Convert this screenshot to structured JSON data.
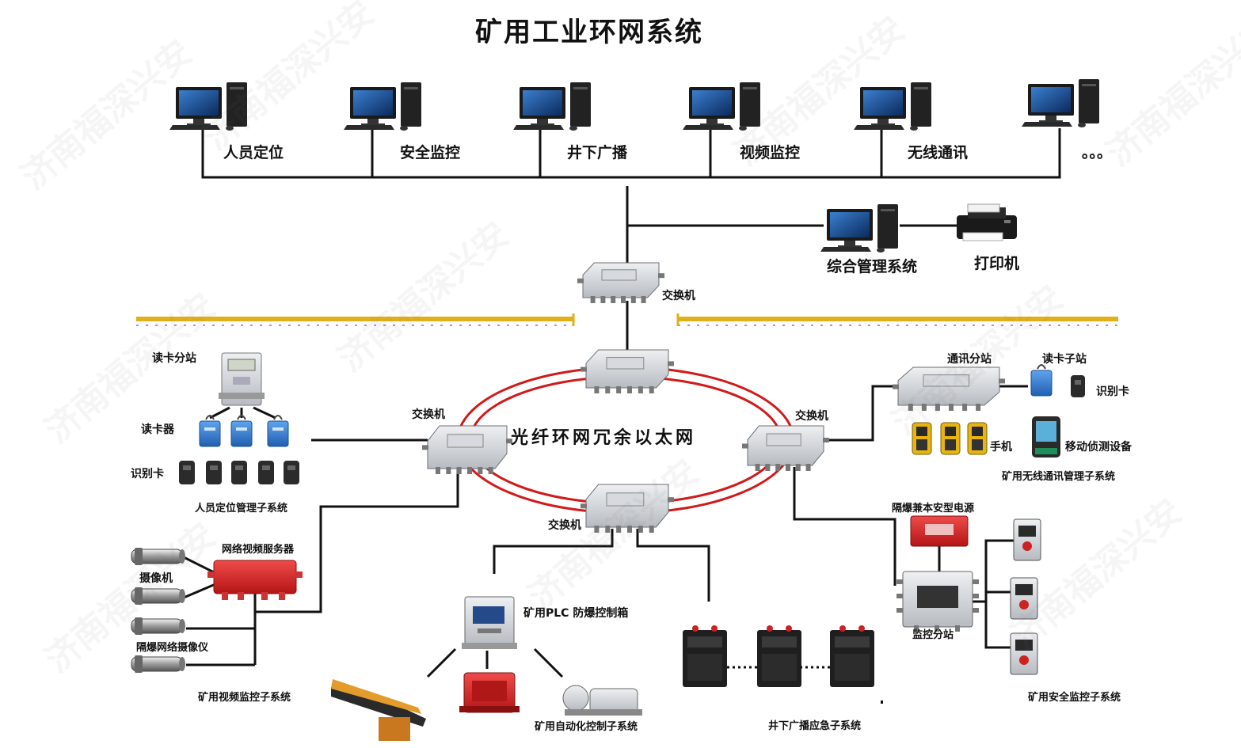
{
  "title": "矿用工业环网系统",
  "watermark": "济南福深兴安",
  "colors": {
    "ring": "#d11a1a",
    "ground": "#e0b01a",
    "line": "#111111",
    "device_red": "#d9262a",
    "device_blue": "#2f7fd6",
    "device_silver": "#c9ccd0"
  },
  "top_systems": [
    "人员定位",
    "安全监控",
    "井下广播",
    "视频监控",
    "无线通讯"
  ],
  "top_ellipsis": "。。。",
  "management": {
    "computer": "综合管理系统",
    "printer": "打印机"
  },
  "ring_label": "光纤环网冗余以太网",
  "switch_label": "交换机",
  "personnel": {
    "station": "读卡分站",
    "reader": "读卡器",
    "card": "识别卡",
    "subsystem": "人员定位管理子系统"
  },
  "video": {
    "server": "网络视频服务器",
    "camera": "摄像机",
    "ex_camera": "隔爆网络摄像仪",
    "subsystem": "矿用视频监控子系统"
  },
  "automation": {
    "plc": "矿用PLC 防爆控制箱",
    "subsystem": "矿用自动化控制子系统"
  },
  "broadcast": {
    "subsystem": "井下广播应急子系统"
  },
  "wireless": {
    "station": "通讯分站",
    "reader": "读卡子站",
    "card": "识别卡",
    "phone": "手机",
    "detector": "移动侦测设备",
    "subsystem": "矿用无线通讯管理子系统"
  },
  "safety": {
    "power": "隔爆兼本安型电源",
    "station": "监控分站",
    "subsystem": "矿用安全监控子系统"
  }
}
